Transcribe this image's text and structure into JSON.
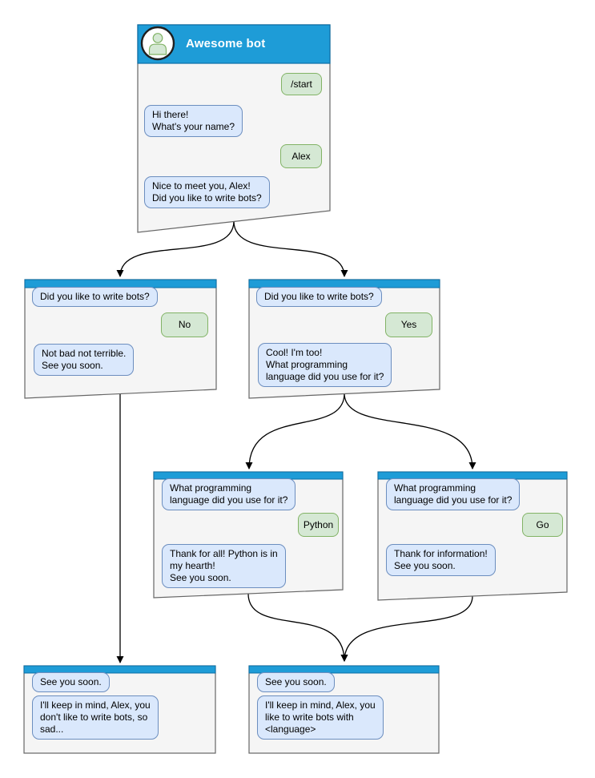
{
  "main": {
    "title": "Awesome bot",
    "avatar_icon": "person-icon",
    "user_cmd": "/start",
    "bot_greeting": "Hi there!\nWhat's your name?",
    "user_name": "Alex",
    "bot_question": "Nice to meet you, Alex!\nDid you like to write bots?"
  },
  "branch_no": {
    "context": "Did you like to write bots?",
    "answer": "No",
    "reply": "Not bad not terrible.\nSee you soon."
  },
  "branch_yes": {
    "context": "Did you like to write bots?",
    "answer": "Yes",
    "reply": "Cool! I'm too!\nWhat programming\nlanguage did you use for it?"
  },
  "branch_python": {
    "context": "What programming\nlanguage did you use for it?",
    "answer": "Python",
    "reply": "Thank for all! Python is in\nmy hearth!\nSee you soon."
  },
  "branch_go": {
    "context": "What programming\nlanguage did you use for it?",
    "answer": "Go",
    "reply": "Thank for information!\nSee you soon."
  },
  "end_no": {
    "context": "See you soon.",
    "reply": "I'll keep in mind, Alex, you\ndon't like to write bots, so\nsad..."
  },
  "end_yes": {
    "context": "See you soon.",
    "reply": "I'll keep in mind, Alex, you\nlike to write bots with\n<language>"
  },
  "colors": {
    "header_blue": "#1e9cd7",
    "header_border": "#0a6ea6",
    "incoming_fill": "#dae8fc",
    "incoming_border": "#6c8ebf",
    "outgoing_fill": "#d5e8d4",
    "outgoing_border": "#82b366",
    "window_fill": "#f5f5f5",
    "window_border": "#666666",
    "connector": "#000000"
  }
}
